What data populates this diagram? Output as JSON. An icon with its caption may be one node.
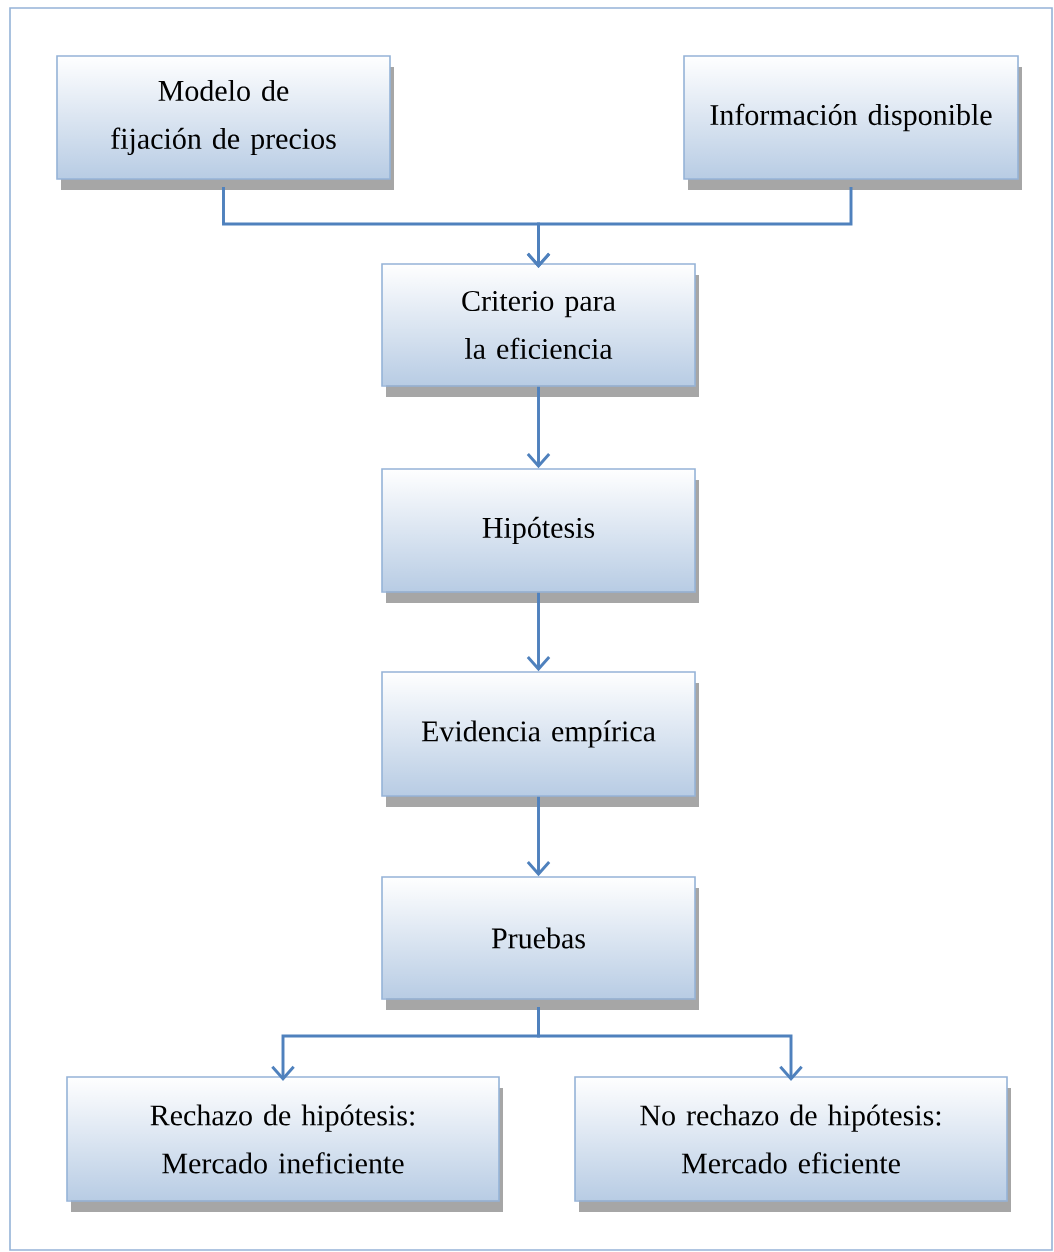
{
  "diagram": {
    "nodes": [
      {
        "text": [
          "Modelo de fijación de precios"
        ]
      },
      {
        "text": [
          "Información disponible"
        ]
      },
      {
        "text": [
          "Criterio para la eficiencia"
        ]
      },
      {
        "text": [
          "Hipótesis"
        ]
      },
      {
        "text": [
          "Evidencia empírica"
        ]
      },
      {
        "text": [
          "Pruebas"
        ]
      },
      {
        "text": [
          "Rechazo de hipótesis: Mercado ineficiente"
        ]
      },
      {
        "text": [
          "No rechazo de hipótesis: Mercado eficiente"
        ]
      }
    ],
    "edges": [
      {
        "from": 0,
        "to": 2,
        "arrow": "to"
      },
      {
        "from": 1,
        "to": 2,
        "arrow": "to"
      },
      {
        "from": 2,
        "to": 3,
        "arrow": "to"
      },
      {
        "from": 3,
        "to": 4,
        "arrow": "to"
      },
      {
        "from": 4,
        "to": 5,
        "arrow": "to"
      },
      {
        "from": 5,
        "to": 6,
        "arrow": "to"
      },
      {
        "from": 5,
        "to": 7,
        "arrow": "to"
      }
    ]
  }
}
